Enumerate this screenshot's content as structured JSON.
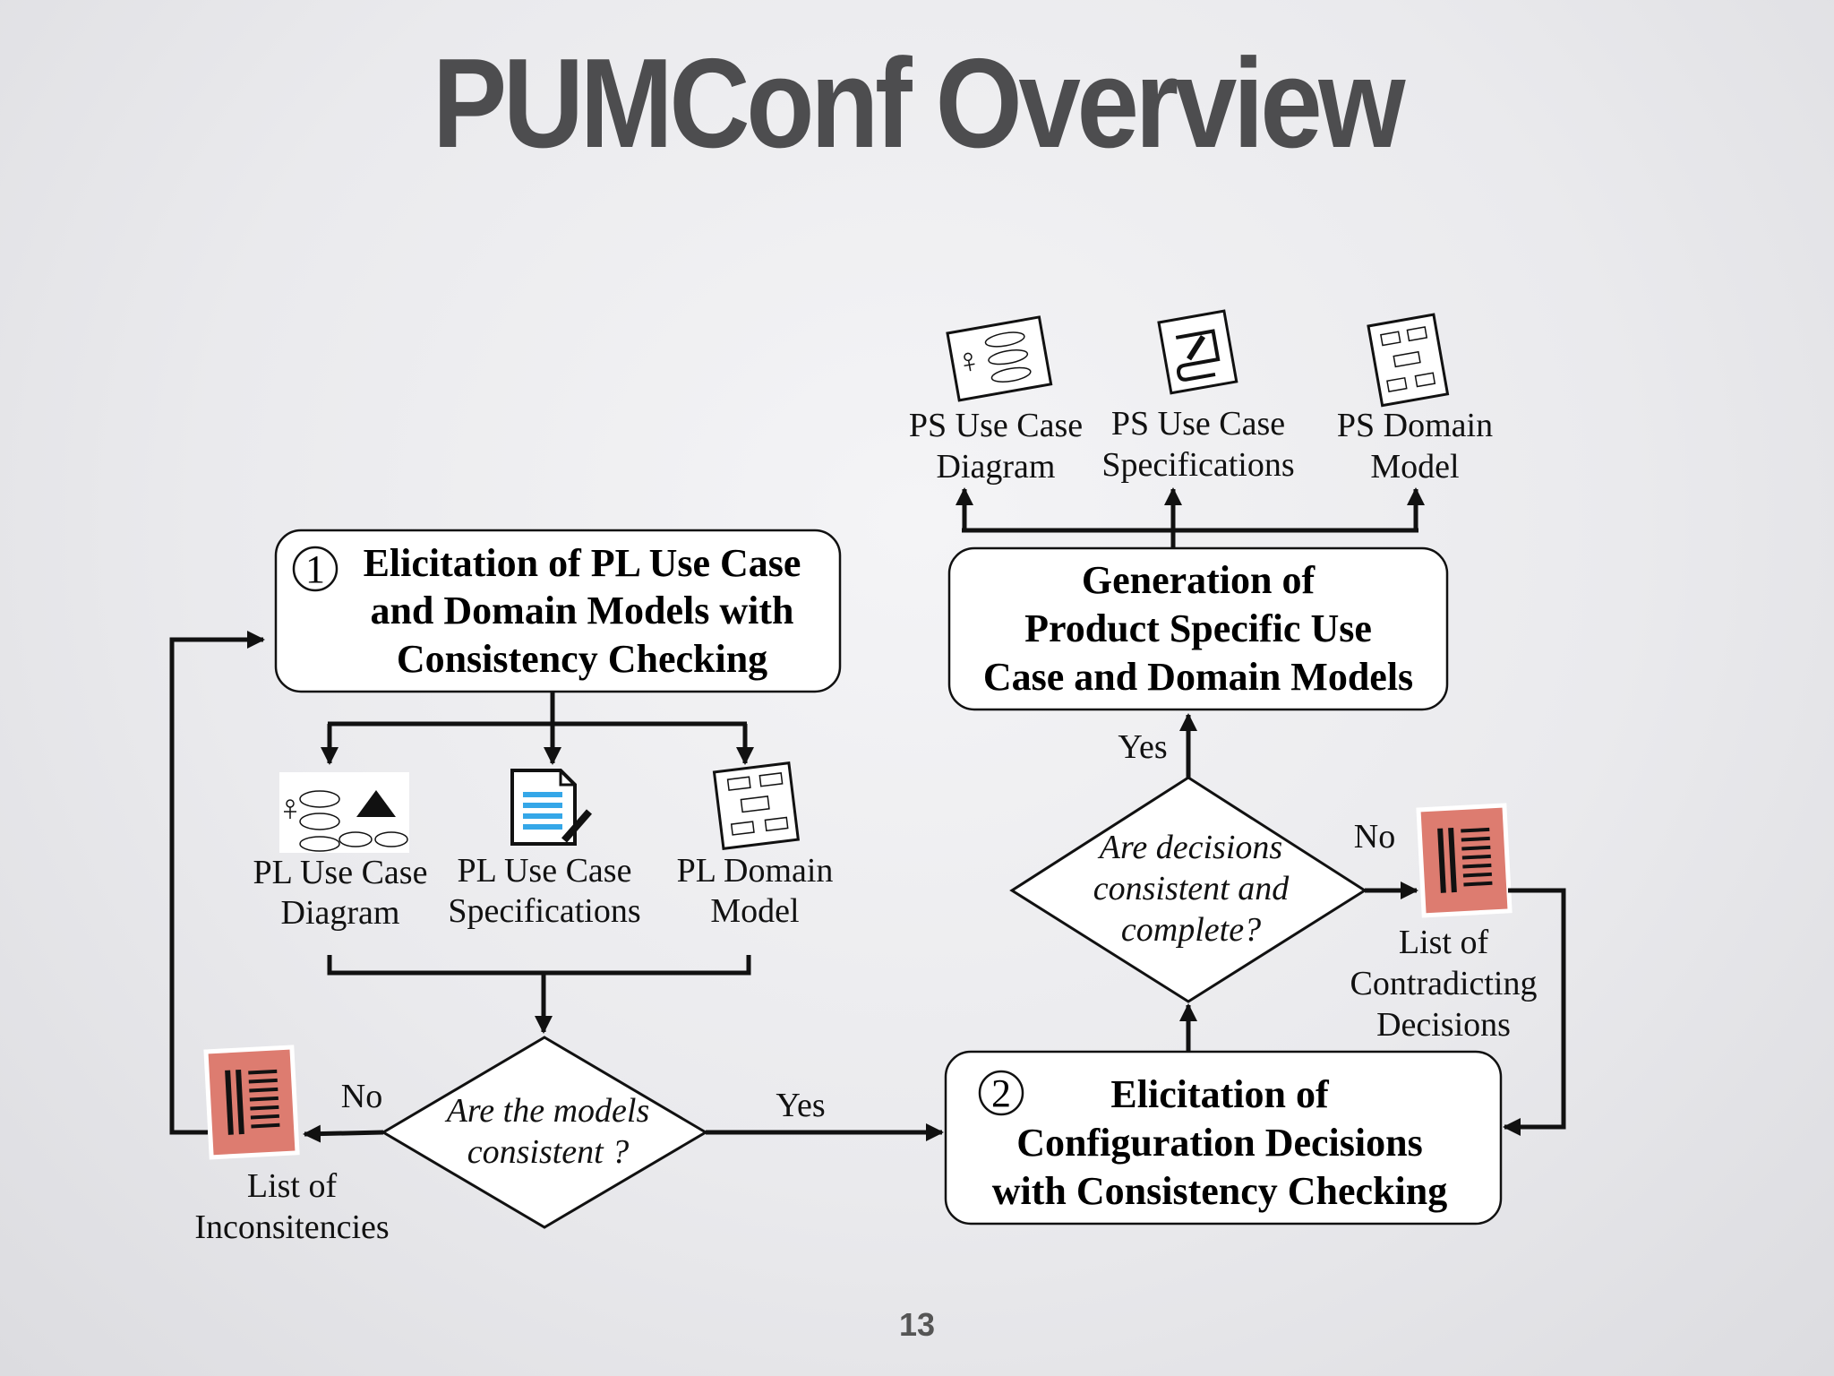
{
  "slide": {
    "title": "PUMConf Overview",
    "page_number": "13"
  },
  "step1": {
    "number": "1",
    "title_lines": [
      "Elicitation of PL Use Case",
      "and Domain Models with",
      "Consistency Checking"
    ]
  },
  "step2": {
    "number": "2",
    "title_lines": [
      "Elicitation of",
      "Configuration Decisions",
      "with Consistency Checking"
    ]
  },
  "generation": {
    "title_lines": [
      "Generation of",
      "Product Specific Use",
      "Case and Domain Models"
    ]
  },
  "pl_artifacts": [
    {
      "lines": [
        "PL Use Case",
        "Diagram"
      ],
      "icon": "use-case-diagram-icon"
    },
    {
      "lines": [
        "PL Use Case",
        "Specifications"
      ],
      "icon": "document-edit-icon"
    },
    {
      "lines": [
        "PL Domain",
        "Model"
      ],
      "icon": "domain-model-icon"
    }
  ],
  "ps_artifacts": [
    {
      "lines": [
        "PS Use Case",
        "Diagram"
      ],
      "icon": "use-case-diagram-icon"
    },
    {
      "lines": [
        "PS Use Case",
        "Specifications"
      ],
      "icon": "script-edit-icon"
    },
    {
      "lines": [
        "PS Domain",
        "Model"
      ],
      "icon": "domain-model-icon"
    }
  ],
  "decision_models": {
    "lines": [
      "Are the models",
      "consistent ?"
    ],
    "yes": "Yes",
    "no": "No"
  },
  "decision_decisions": {
    "lines": [
      "Are decisions",
      "consistent and",
      "complete?"
    ],
    "yes": "Yes",
    "no": "No"
  },
  "inconsistencies_list": {
    "lines": [
      "List of",
      "Inconsitencies"
    ],
    "icon": "list-document-icon"
  },
  "contradictions_list": {
    "lines": [
      "List of",
      "Contradicting",
      "Decisions"
    ],
    "icon": "list-document-icon"
  },
  "colors": {
    "list_icon": "#dd7c70",
    "highlight_blue": "#35a7e8"
  }
}
